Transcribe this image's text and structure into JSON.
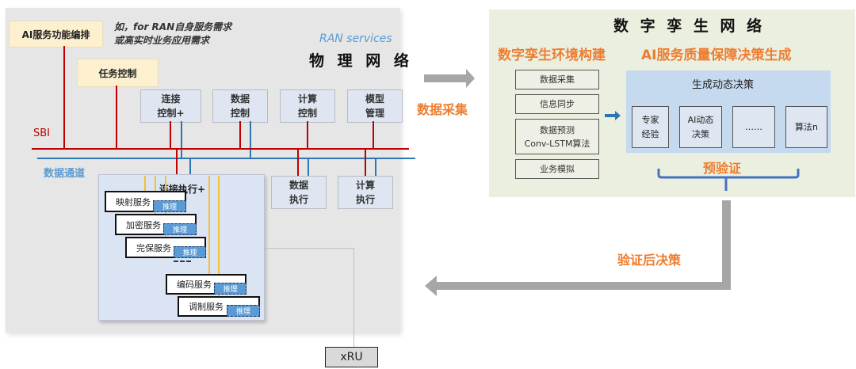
{
  "physical_network": {
    "ai_orchestration": "AI服务功能编排",
    "note_line1": "如，for RAN自身服务需求",
    "note_line2": "或高实时业务应用需求",
    "ran_services": "RAN services",
    "title": "物 理 网 络",
    "task_control": "任务控制",
    "control_boxes": [
      {
        "label": "连接\n控制+"
      },
      {
        "label": "数据\n控制"
      },
      {
        "label": "计算\n控制"
      },
      {
        "label": "模型\n管理"
      }
    ],
    "sbi_label": "SBI",
    "data_channel_label": "数据通道",
    "exec_boxes": [
      {
        "label": "数据\n执行"
      },
      {
        "label": "计算\n执行"
      }
    ],
    "connection_exec": {
      "title": "连接执行+",
      "services": [
        {
          "name": "映射服务",
          "tag": "推理"
        },
        {
          "name": "加密服务",
          "tag": "推理"
        },
        {
          "name": "完保服务",
          "tag": "推理"
        },
        {
          "name": "编码服务",
          "tag": "推理"
        },
        {
          "name": "调制服务",
          "tag": "推理"
        }
      ]
    },
    "xru": "xRU"
  },
  "flows": {
    "data_collection": "数据采集",
    "post_verification_decision": "验证后决策"
  },
  "digital_twin": {
    "title": "数 字 孪 生 网 络",
    "env_heading": "数字孪生环境构建",
    "qos_heading": "AI服务质量保障决策生成",
    "env_steps": [
      {
        "label": "数据采集"
      },
      {
        "label": "信息同步"
      },
      {
        "label": "数据预测\nConv-LSTM算法"
      },
      {
        "label": "业务模拟"
      }
    ],
    "decision_title": "生成动态决策",
    "decision_items": [
      {
        "label": "专家\n经验"
      },
      {
        "label": "AI动态\n决策"
      },
      {
        "label": "……"
      },
      {
        "label": "算法n"
      }
    ],
    "pre_verification": "预验证"
  },
  "colors": {
    "sbi_red": "#c00000",
    "data_channel_blue": "#2e75b6",
    "accent_orange": "#ed7d31",
    "arrow_gray": "#a6a6a6"
  }
}
